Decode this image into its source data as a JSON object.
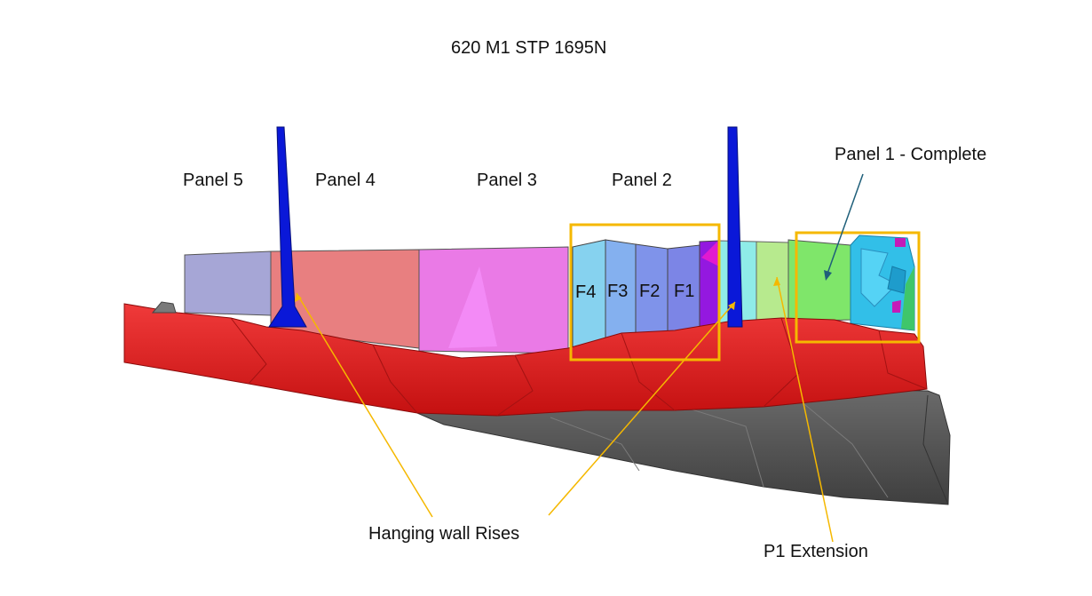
{
  "title": "620 M1 STP 1695N",
  "panels": [
    {
      "id": "panel-5",
      "label": "Panel 5"
    },
    {
      "id": "panel-4",
      "label": "Panel 4"
    },
    {
      "id": "panel-3",
      "label": "Panel 3"
    },
    {
      "id": "panel-2",
      "label": "Panel 2"
    },
    {
      "id": "panel-1",
      "label": "Panel 1 - Complete"
    }
  ],
  "faces": [
    "F4",
    "F3",
    "F2",
    "F1"
  ],
  "annotations": {
    "hanging_wall": "Hanging wall Rises",
    "p1_extension": "P1 Extension"
  },
  "colors": {
    "highlight_box": "#f5b800",
    "callout_line": "#f5b800",
    "panel1_arrow": "#1f5f7a",
    "hanging_wall": "#e8181c",
    "footwall": "#555555",
    "raise": "#0a18d8"
  }
}
